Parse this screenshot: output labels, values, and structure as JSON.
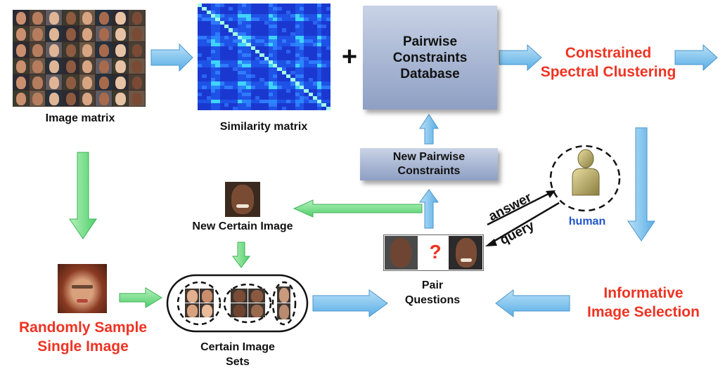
{
  "labels": {
    "image_matrix": "Image matrix",
    "similarity_matrix": "Similarity matrix",
    "plus": "+",
    "pairwise_db": [
      "Pairwise",
      "Constraints",
      "Database"
    ],
    "constrained_clustering": [
      "Constrained",
      "Spectral Clustering"
    ],
    "new_pairwise": [
      "New Pairwise",
      "Constraints"
    ],
    "new_certain_image": "New Certain Image",
    "human": "human",
    "answer": "answer",
    "query": "query",
    "question_mark": "?",
    "pair_questions": [
      "Pair",
      "Questions"
    ],
    "informative_selection": [
      "Informative",
      "Image Selection"
    ],
    "random_sample": [
      "Randomly Sample",
      "Single Image"
    ],
    "certain_sets": [
      "Certain Image",
      "Sets"
    ]
  },
  "colors": {
    "arrow_blue": "#7fc3ee",
    "arrow_green": "#78e08a",
    "label_red": "#ee3322",
    "label_blue": "#2255cc",
    "matrix_blue": "#1e3fd8"
  },
  "icons": {
    "human": "person-icon",
    "dashed_circle": "dashed-ellipse"
  }
}
